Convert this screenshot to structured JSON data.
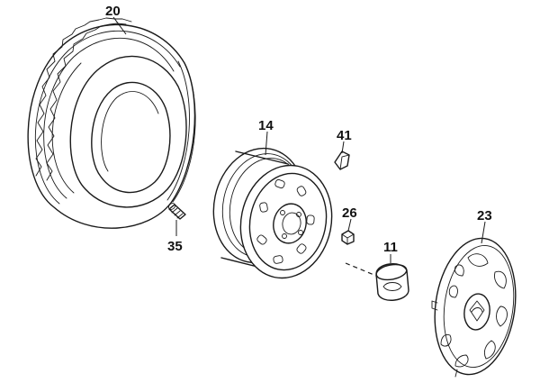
{
  "diagram": {
    "parts": [
      {
        "id": "tire",
        "number": "20"
      },
      {
        "id": "wheel-rim",
        "number": "14"
      },
      {
        "id": "valve-clip",
        "number": "41"
      },
      {
        "id": "wheel-nut",
        "number": "26"
      },
      {
        "id": "valve-stem",
        "number": "35"
      },
      {
        "id": "center-cap",
        "number": "11"
      },
      {
        "id": "hubcap",
        "number": "23"
      }
    ]
  }
}
